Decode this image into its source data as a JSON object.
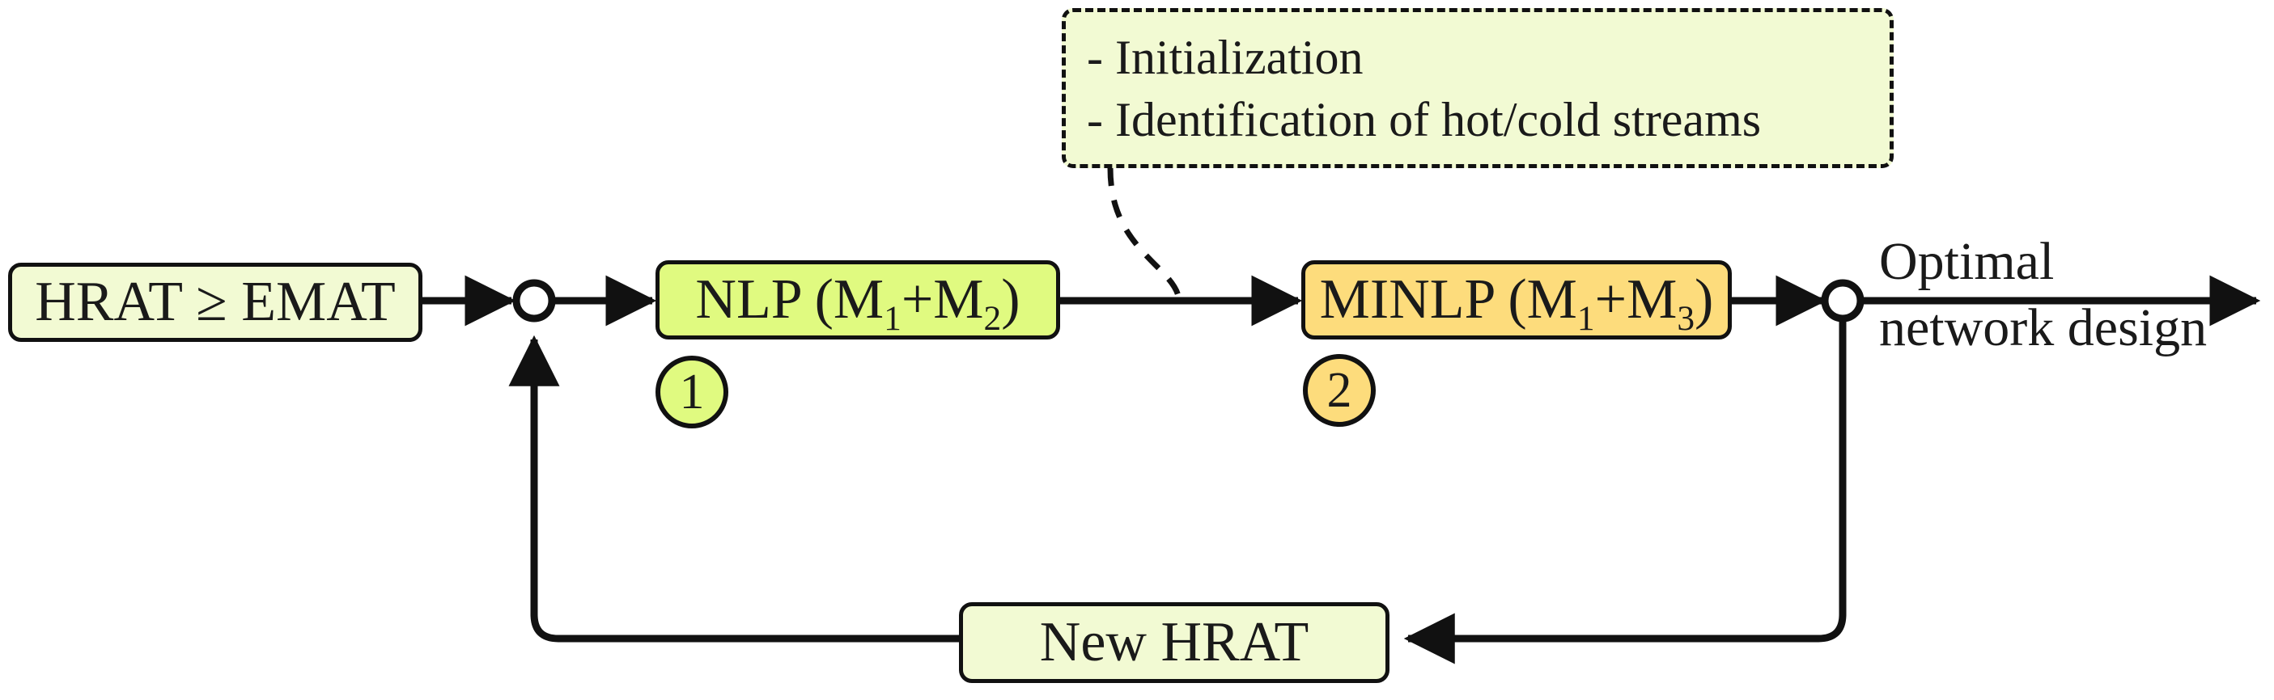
{
  "diagram": {
    "title": "HRAT/EMAT iterative NLP-MINLP heat exchanger network synthesis flowchart",
    "nodes": {
      "hrat_condition": "HRAT ≥ EMAT",
      "nlp": {
        "prefix": "NLP (M",
        "sub1": "1",
        "plus": "+M",
        "sub2": "2",
        "suffix": ")"
      },
      "minlp": {
        "prefix": "MINLP (M",
        "sub1": "1",
        "plus": "+M",
        "sub2": "3",
        "suffix": ")"
      },
      "new_hrat": "New HRAT"
    },
    "step_markers": {
      "step_one": "1",
      "step_two": "2"
    },
    "annotation": {
      "line1": "- Initialization",
      "line2": "- Identification of hot/cold streams"
    },
    "output_label": {
      "line1": "Optimal",
      "line2": "network design"
    },
    "colors": {
      "pale_yellow": "#F2FAD3",
      "green": "#E0FA80",
      "amber": "#FDDC7C",
      "stroke": "#111111",
      "background": "#FFFFFF"
    }
  }
}
